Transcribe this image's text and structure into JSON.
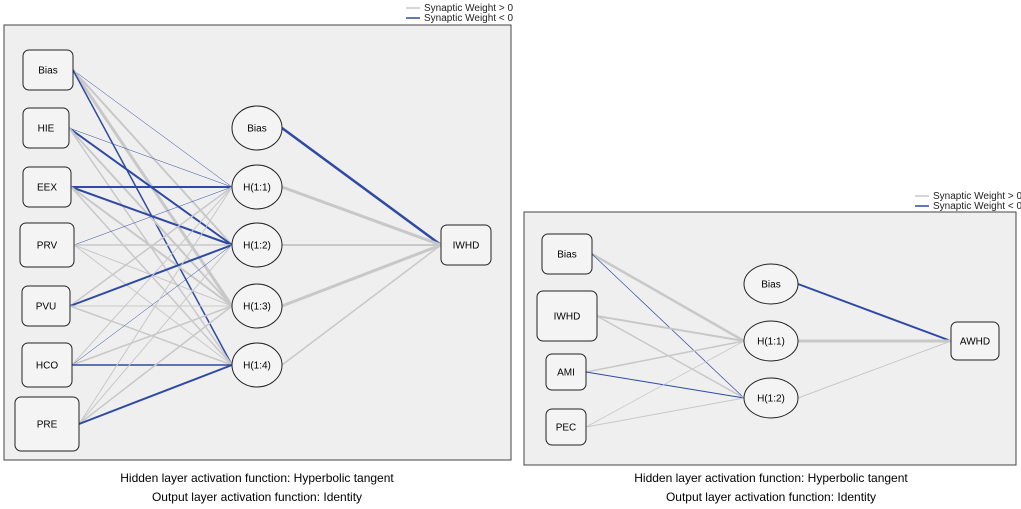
{
  "colors": {
    "positive": "#c8c8c8",
    "negative": "#2e4aa3"
  },
  "networks": [
    {
      "legend": {
        "positive": "Synaptic Weight > 0",
        "negative": "Synaptic Weight < 0"
      },
      "caption_hidden": "Hidden layer activation function: Hyperbolic tangent",
      "caption_output": "Output layer activation function: Identity",
      "input_nodes": [
        "Bias",
        "HIE",
        "EEX",
        "PRV",
        "PVU",
        "HCO",
        "PRE"
      ],
      "hidden_nodes": [
        "Bias",
        "H(1:1)",
        "H(1:2)",
        "H(1:3)",
        "H(1:4)"
      ],
      "output_nodes": [
        "IWHD"
      ],
      "edges": [
        {
          "from": "Bias",
          "to": "H(1:1)",
          "sign": "neg",
          "w": 0.5
        },
        {
          "from": "Bias",
          "to": "H(1:2)",
          "sign": "pos",
          "w": 2
        },
        {
          "from": "Bias",
          "to": "H(1:3)",
          "sign": "pos",
          "w": 3
        },
        {
          "from": "Bias",
          "to": "H(1:4)",
          "sign": "neg",
          "w": 1.5
        },
        {
          "from": "HIE",
          "to": "H(1:1)",
          "sign": "neg",
          "w": 0.5
        },
        {
          "from": "HIE",
          "to": "H(1:2)",
          "sign": "neg",
          "w": 2
        },
        {
          "from": "HIE",
          "to": "H(1:3)",
          "sign": "pos",
          "w": 2
        },
        {
          "from": "HIE",
          "to": "H(1:4)",
          "sign": "pos",
          "w": 1.5
        },
        {
          "from": "EEX",
          "to": "H(1:1)",
          "sign": "neg",
          "w": 2
        },
        {
          "from": "EEX",
          "to": "H(1:2)",
          "sign": "neg",
          "w": 2
        },
        {
          "from": "EEX",
          "to": "H(1:3)",
          "sign": "pos",
          "w": 2
        },
        {
          "from": "EEX",
          "to": "H(1:4)",
          "sign": "pos",
          "w": 1.5
        },
        {
          "from": "PRV",
          "to": "H(1:1)",
          "sign": "neg",
          "w": 0.5
        },
        {
          "from": "PRV",
          "to": "H(1:2)",
          "sign": "pos",
          "w": 1.5
        },
        {
          "from": "PRV",
          "to": "H(1:3)",
          "sign": "pos",
          "w": 1
        },
        {
          "from": "PRV",
          "to": "H(1:4)",
          "sign": "pos",
          "w": 1
        },
        {
          "from": "PVU",
          "to": "H(1:1)",
          "sign": "pos",
          "w": 1.5
        },
        {
          "from": "PVU",
          "to": "H(1:2)",
          "sign": "neg",
          "w": 2
        },
        {
          "from": "PVU",
          "to": "H(1:3)",
          "sign": "pos",
          "w": 1
        },
        {
          "from": "PVU",
          "to": "H(1:4)",
          "sign": "pos",
          "w": 1.5
        },
        {
          "from": "HCO",
          "to": "H(1:1)",
          "sign": "pos",
          "w": 1
        },
        {
          "from": "HCO",
          "to": "H(1:2)",
          "sign": "neg",
          "w": 0.5
        },
        {
          "from": "HCO",
          "to": "H(1:3)",
          "sign": "pos",
          "w": 1.5
        },
        {
          "from": "HCO",
          "to": "H(1:4)",
          "sign": "neg",
          "w": 1.5
        },
        {
          "from": "PRE",
          "to": "H(1:1)",
          "sign": "pos",
          "w": 1
        },
        {
          "from": "PRE",
          "to": "H(1:2)",
          "sign": "pos",
          "w": 1
        },
        {
          "from": "PRE",
          "to": "H(1:3)",
          "sign": "pos",
          "w": 1.5
        },
        {
          "from": "PRE",
          "to": "H(1:4)",
          "sign": "neg",
          "w": 2
        },
        {
          "from": "Bias",
          "to": "IWHD",
          "sign": "neg",
          "w": 2.5,
          "layer": "h"
        },
        {
          "from": "H(1:1)",
          "to": "IWHD",
          "sign": "pos",
          "w": 3,
          "layer": "h"
        },
        {
          "from": "H(1:2)",
          "to": "IWHD",
          "sign": "pos",
          "w": 2,
          "layer": "h"
        },
        {
          "from": "H(1:3)",
          "to": "IWHD",
          "sign": "pos",
          "w": 3,
          "layer": "h"
        },
        {
          "from": "H(1:4)",
          "to": "IWHD",
          "sign": "pos",
          "w": 1.5,
          "layer": "h"
        }
      ]
    },
    {
      "legend": {
        "positive": "Synaptic Weight > 0",
        "negative": "Synaptic Weight < 0"
      },
      "caption_hidden": "Hidden layer activation function: Hyperbolic tangent",
      "caption_output": "Output layer activation function: Identity",
      "input_nodes": [
        "Bias",
        "IWHD",
        "AMI",
        "PEC"
      ],
      "hidden_nodes": [
        "Bias",
        "H(1:1)",
        "H(1:2)"
      ],
      "output_nodes": [
        "AWHD"
      ],
      "edges": [
        {
          "from": "Bias",
          "to": "H(1:1)",
          "sign": "pos",
          "w": 2.5
        },
        {
          "from": "Bias",
          "to": "H(1:2)",
          "sign": "neg",
          "w": 0.7
        },
        {
          "from": "IWHD",
          "to": "H(1:1)",
          "sign": "pos",
          "w": 2
        },
        {
          "from": "IWHD",
          "to": "H(1:2)",
          "sign": "pos",
          "w": 1.5
        },
        {
          "from": "AMI",
          "to": "H(1:1)",
          "sign": "pos",
          "w": 1.5
        },
        {
          "from": "AMI",
          "to": "H(1:2)",
          "sign": "neg",
          "w": 1
        },
        {
          "from": "PEC",
          "to": "H(1:1)",
          "sign": "pos",
          "w": 0.8
        },
        {
          "from": "PEC",
          "to": "H(1:2)",
          "sign": "pos",
          "w": 1
        },
        {
          "from": "Bias",
          "to": "AWHD",
          "sign": "neg",
          "w": 2,
          "layer": "h"
        },
        {
          "from": "H(1:1)",
          "to": "AWHD",
          "sign": "pos",
          "w": 3,
          "layer": "h"
        },
        {
          "from": "H(1:2)",
          "to": "AWHD",
          "sign": "pos",
          "w": 1,
          "layer": "h"
        }
      ]
    }
  ]
}
